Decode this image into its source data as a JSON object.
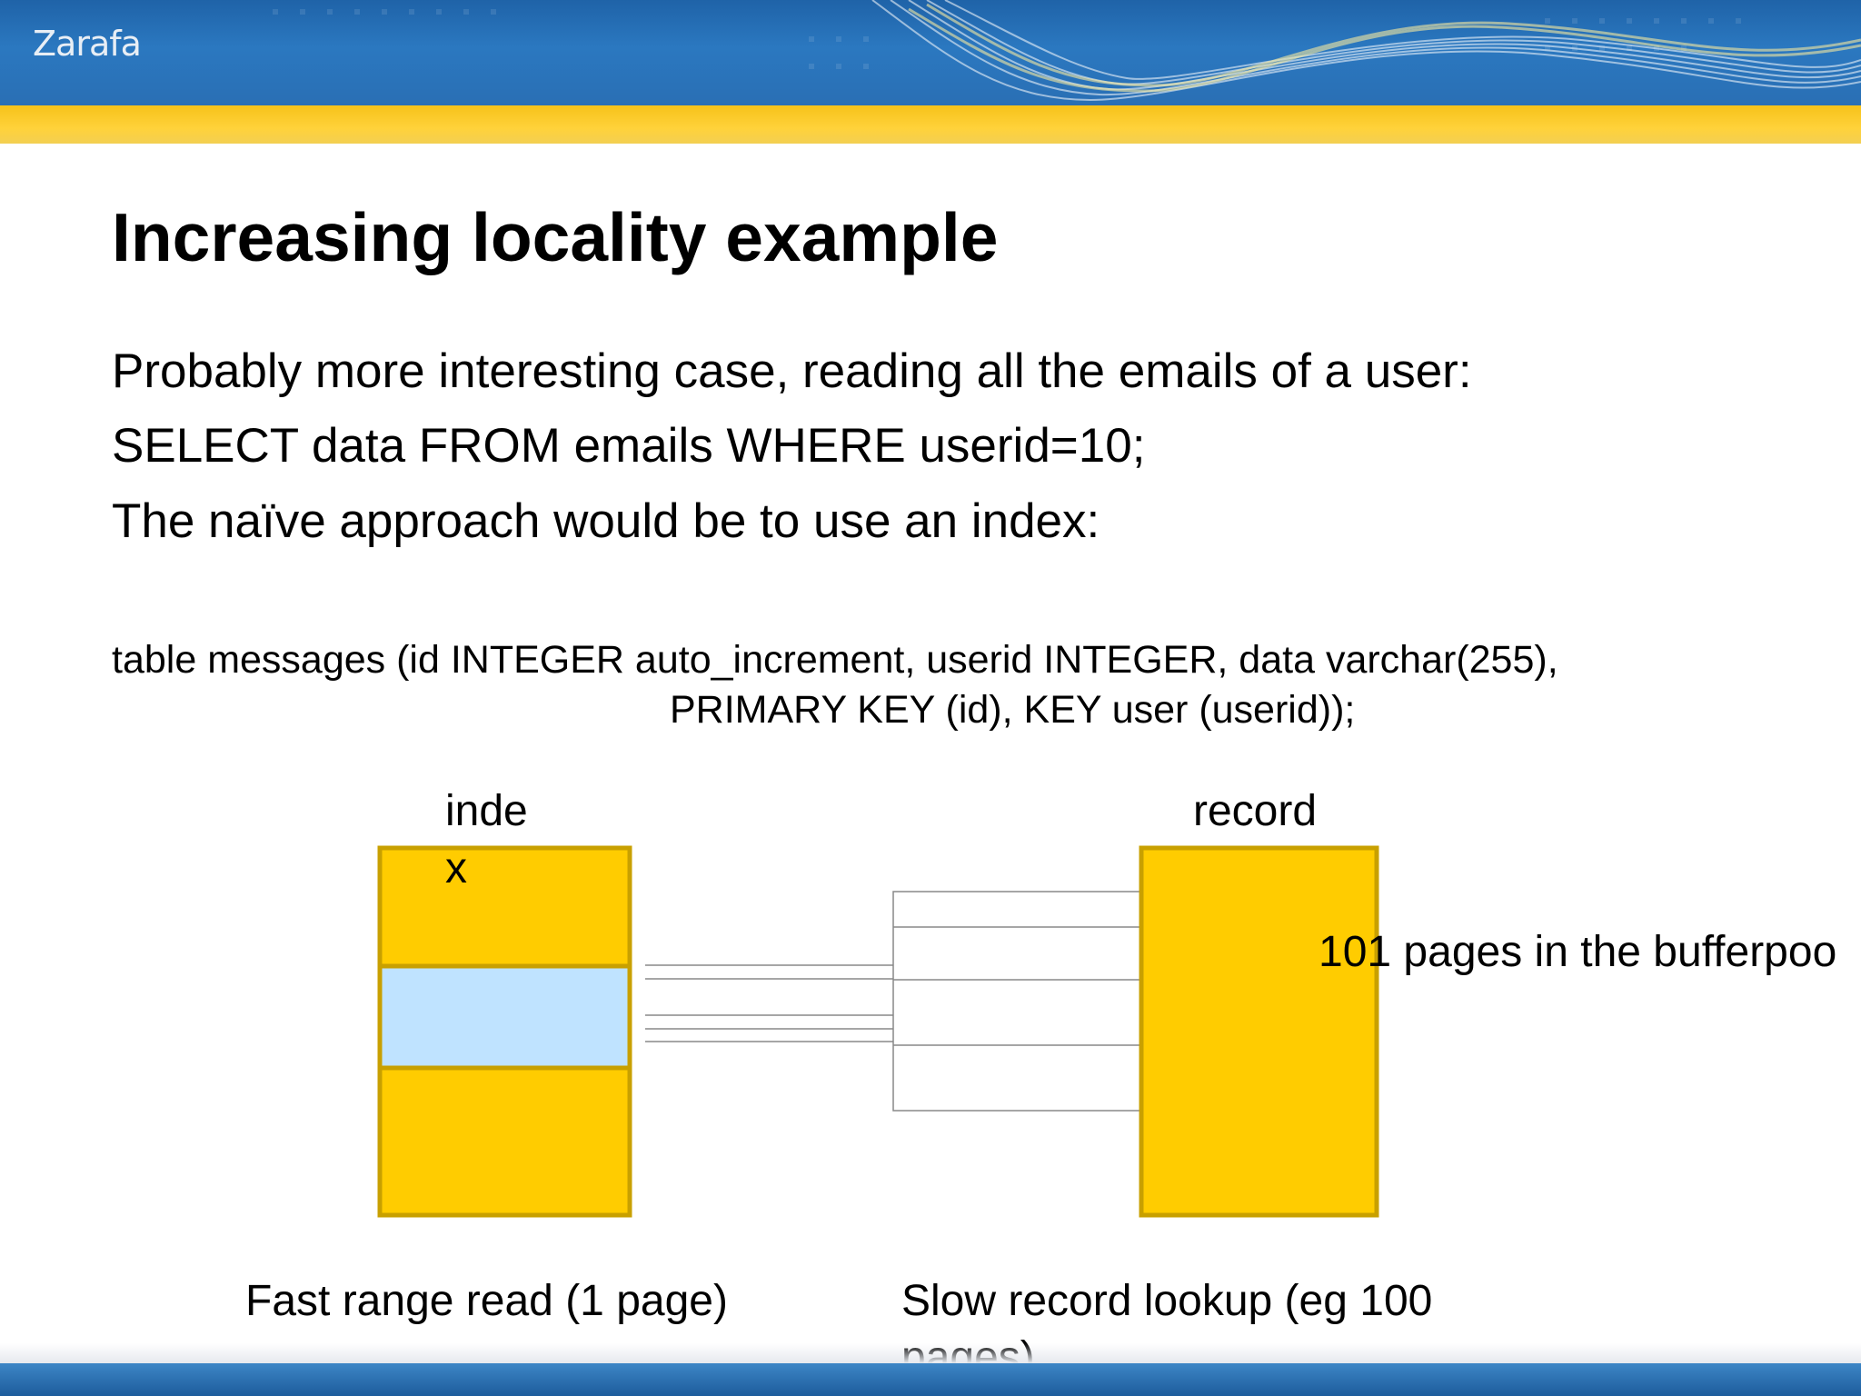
{
  "header": {
    "logo_text": "Zarafa",
    "colors": {
      "blue": "#2a6fb4",
      "yellow": "#ffd23a"
    }
  },
  "slide": {
    "title": "Increasing locality example",
    "body": [
      "Probably more interesting case, reading all the emails of a user:",
      "SELECT data FROM emails WHERE userid=10;",
      "The naïve approach would be to use an index:"
    ],
    "code": [
      "table messages (id INTEGER auto_increment, userid INTEGER, data varchar(255),",
      "PRIMARY KEY (id), KEY user (userid));"
    ]
  },
  "diagram": {
    "index_label_1": "inde",
    "index_label_2": "x",
    "record_label": "record",
    "bufferpool_note": "101 pages in the bufferpoo",
    "caption_left": "Fast range read (1 page)",
    "caption_right_1": "Slow record lookup (eg 100",
    "caption_right_2": "pages)",
    "colors": {
      "box_fill": "#ffcc00",
      "box_border": "#c8a000",
      "highlight": "#bfe3ff"
    }
  }
}
